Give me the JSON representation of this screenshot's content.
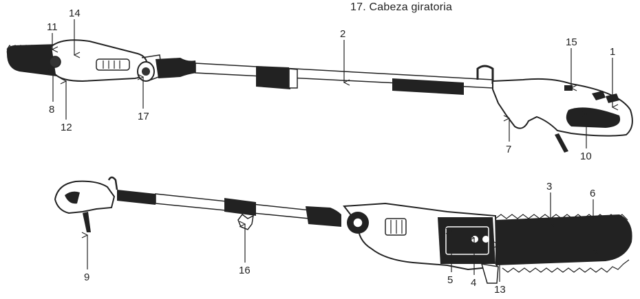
{
  "caption": "17. Cabeza giratoria",
  "callouts": {
    "c1": "1",
    "c2": "2",
    "c3": "3",
    "c4": "4",
    "c5": "5",
    "c6": "6",
    "c7": "7",
    "c8": "8",
    "c9": "9",
    "c10": "10",
    "c11": "11",
    "c12": "12",
    "c13": "13",
    "c14": "14",
    "c15": "15",
    "c16": "16",
    "c17": "17"
  }
}
